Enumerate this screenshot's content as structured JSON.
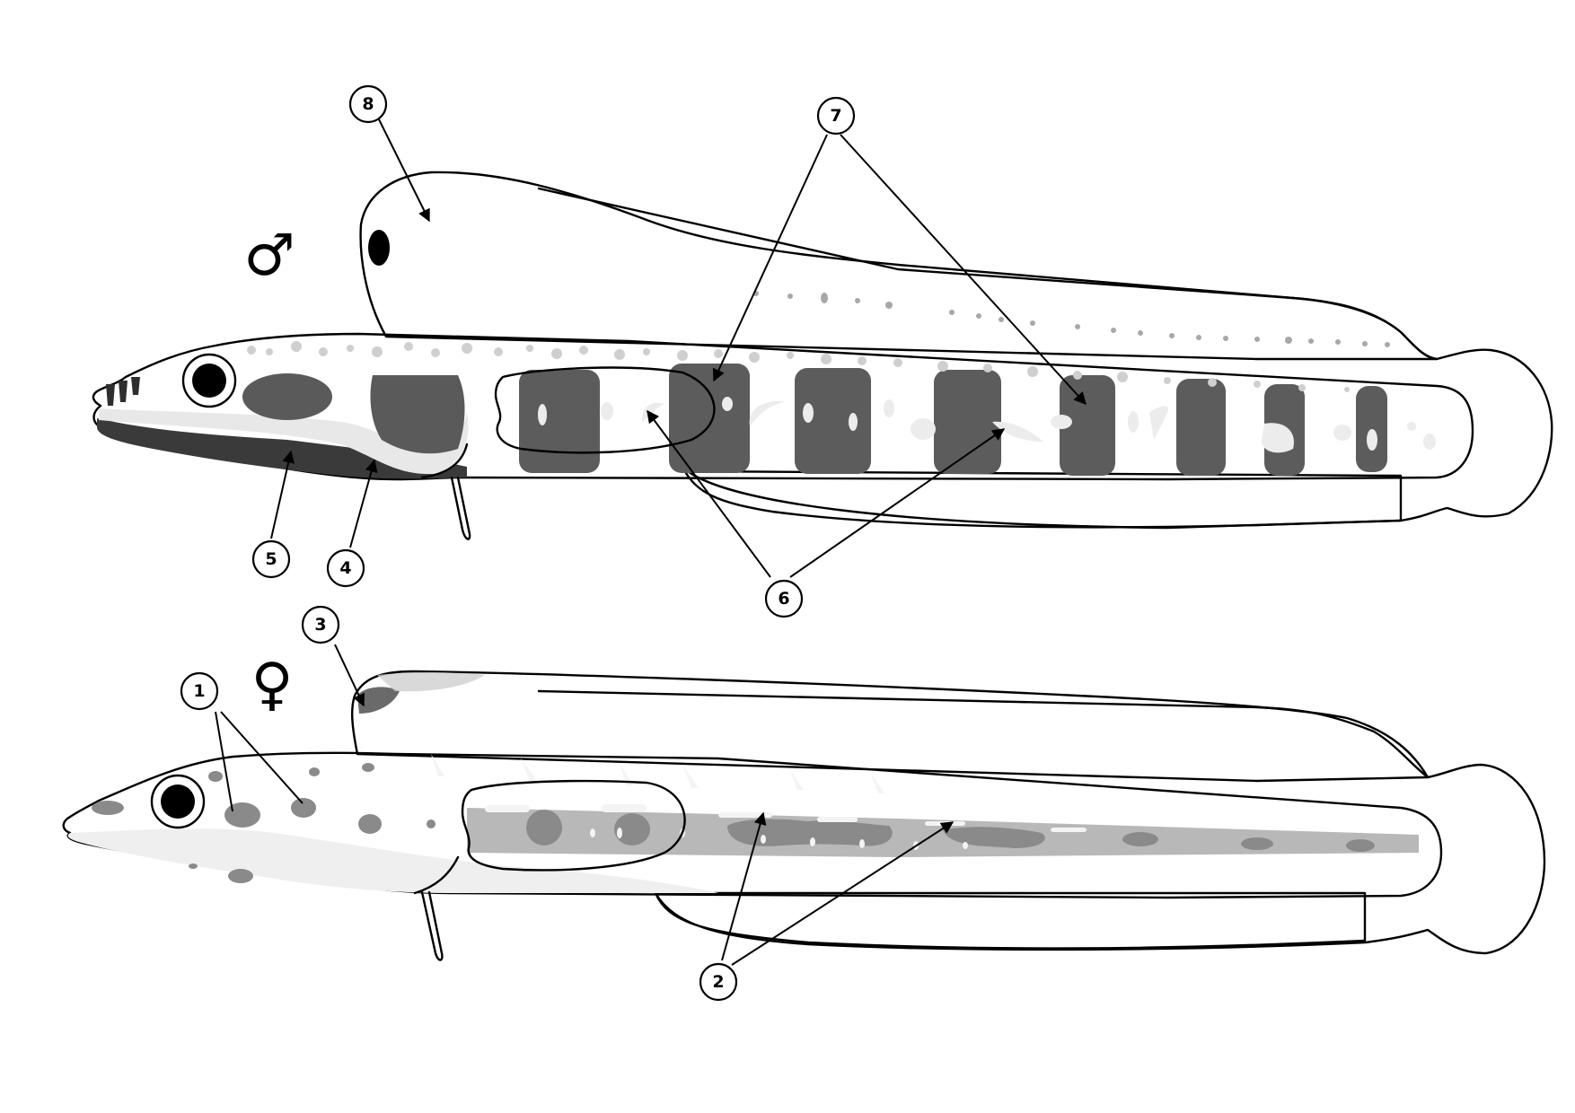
{
  "figure": {
    "male": {
      "symbol": "♂",
      "callouts": [
        {
          "id": "8",
          "label": "8"
        },
        {
          "id": "7",
          "label": "7"
        },
        {
          "id": "6",
          "label": "6"
        },
        {
          "id": "5",
          "label": "5"
        },
        {
          "id": "4",
          "label": "4"
        }
      ]
    },
    "female": {
      "symbol": "♀",
      "callouts": [
        {
          "id": "3",
          "label": "3"
        },
        {
          "id": "1",
          "label": "1"
        },
        {
          "id": "2",
          "label": "2"
        }
      ]
    },
    "colors": {
      "male_body": "#7a7a7a",
      "male_dorsal_fin": "#3a3a3a",
      "male_bands": "#5c5c5c",
      "female_body": "#a8a8a8",
      "female_fin": "#e6e6e6",
      "outline": "#000000",
      "background": "#ffffff"
    }
  }
}
